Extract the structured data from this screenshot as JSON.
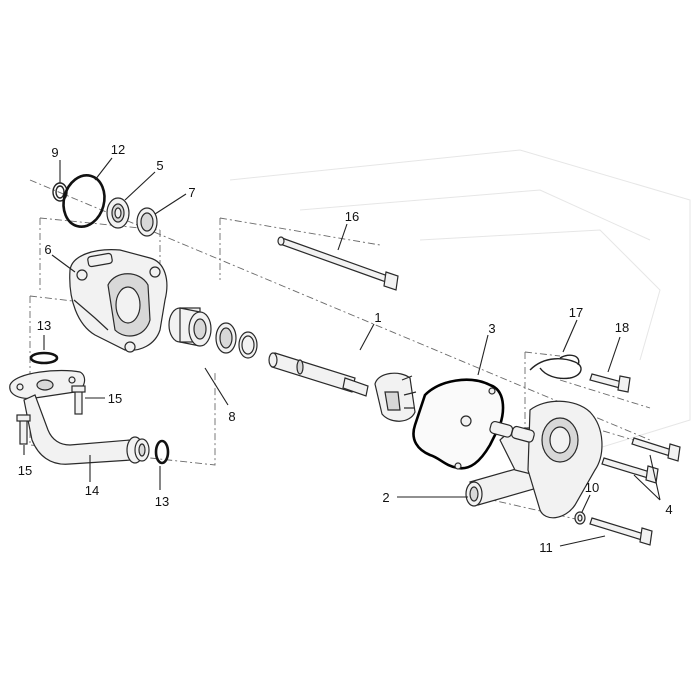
{
  "diagram": {
    "callouts": [
      {
        "id": "c1",
        "label": "1"
      },
      {
        "id": "c2",
        "label": "2"
      },
      {
        "id": "c3",
        "label": "3"
      },
      {
        "id": "c4",
        "label": "4"
      },
      {
        "id": "c5",
        "label": "5"
      },
      {
        "id": "c6",
        "label": "6"
      },
      {
        "id": "c7",
        "label": "7"
      },
      {
        "id": "c8",
        "label": "8"
      },
      {
        "id": "c9",
        "label": "9"
      },
      {
        "id": "c10",
        "label": "10"
      },
      {
        "id": "c11",
        "label": "11"
      },
      {
        "id": "c12",
        "label": "12"
      },
      {
        "id": "c13a",
        "label": "13"
      },
      {
        "id": "c13b",
        "label": "13"
      },
      {
        "id": "c14",
        "label": "14"
      },
      {
        "id": "c15a",
        "label": "15"
      },
      {
        "id": "c15b",
        "label": "15"
      },
      {
        "id": "c16",
        "label": "16"
      },
      {
        "id": "c17",
        "label": "17"
      },
      {
        "id": "c18",
        "label": "18"
      }
    ]
  }
}
